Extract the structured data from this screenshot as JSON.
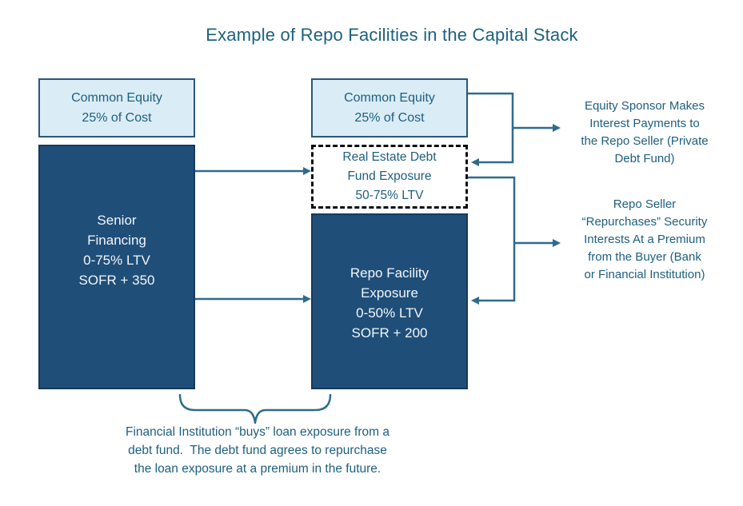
{
  "title": "Example of Repo Facilities in the Capital Stack",
  "colors": {
    "dark_box_fill": "#1f4e79",
    "dark_box_border": "#16395c",
    "light_box_fill": "#daecf6",
    "light_box_border": "#2a567e",
    "dashed_box_border": "#0d0d0d",
    "teal_text": "#1d5f80",
    "connector": "#2e6b8c",
    "background": "#ffffff"
  },
  "left_column": {
    "common_equity": {
      "lines": [
        "Common Equity",
        "25% of Cost"
      ]
    },
    "senior_financing": {
      "lines": [
        "Senior",
        "Financing",
        "0-75% LTV",
        "SOFR + 350"
      ]
    }
  },
  "middle_column": {
    "common_equity": {
      "lines": [
        "Common Equity",
        "25% of Cost"
      ]
    },
    "debt_fund_exposure": {
      "lines": [
        "Real Estate Debt",
        "Fund Exposure",
        "50-75% LTV"
      ]
    },
    "repo_facility": {
      "lines": [
        "Repo Facility",
        "Exposure",
        "0-50% LTV",
        "SOFR + 200"
      ]
    }
  },
  "annotations": {
    "equity_sponsor_note": {
      "lines": [
        "Equity Sponsor Makes",
        "Interest Payments to",
        "the Repo Seller (Private",
        "Debt Fund)"
      ]
    },
    "repo_seller_note": {
      "lines": [
        "Repo Seller",
        "“Repurchases” Security",
        "Interests At a Premium",
        "from the Buyer (Bank",
        "or Financial Institution)"
      ]
    },
    "caption": {
      "lines": [
        "Financial Institution “buys” loan exposure from a",
        "debt fund.  The debt fund agrees to repurchase",
        "the loan exposure at a premium in the future."
      ]
    }
  },
  "connectors": {
    "senior_to_debt_fund": "arrow right",
    "senior_to_repo_facility": "arrow right",
    "common_equity_to_debt_fund": "elbow arrow down-left",
    "branch_to_equity_sponsor_note": "arrow right",
    "debt_fund_to_repo_facility": "elbow arrow down-left",
    "branch_to_repo_seller_note": "arrow right",
    "bottom_brace": "under-brace"
  }
}
